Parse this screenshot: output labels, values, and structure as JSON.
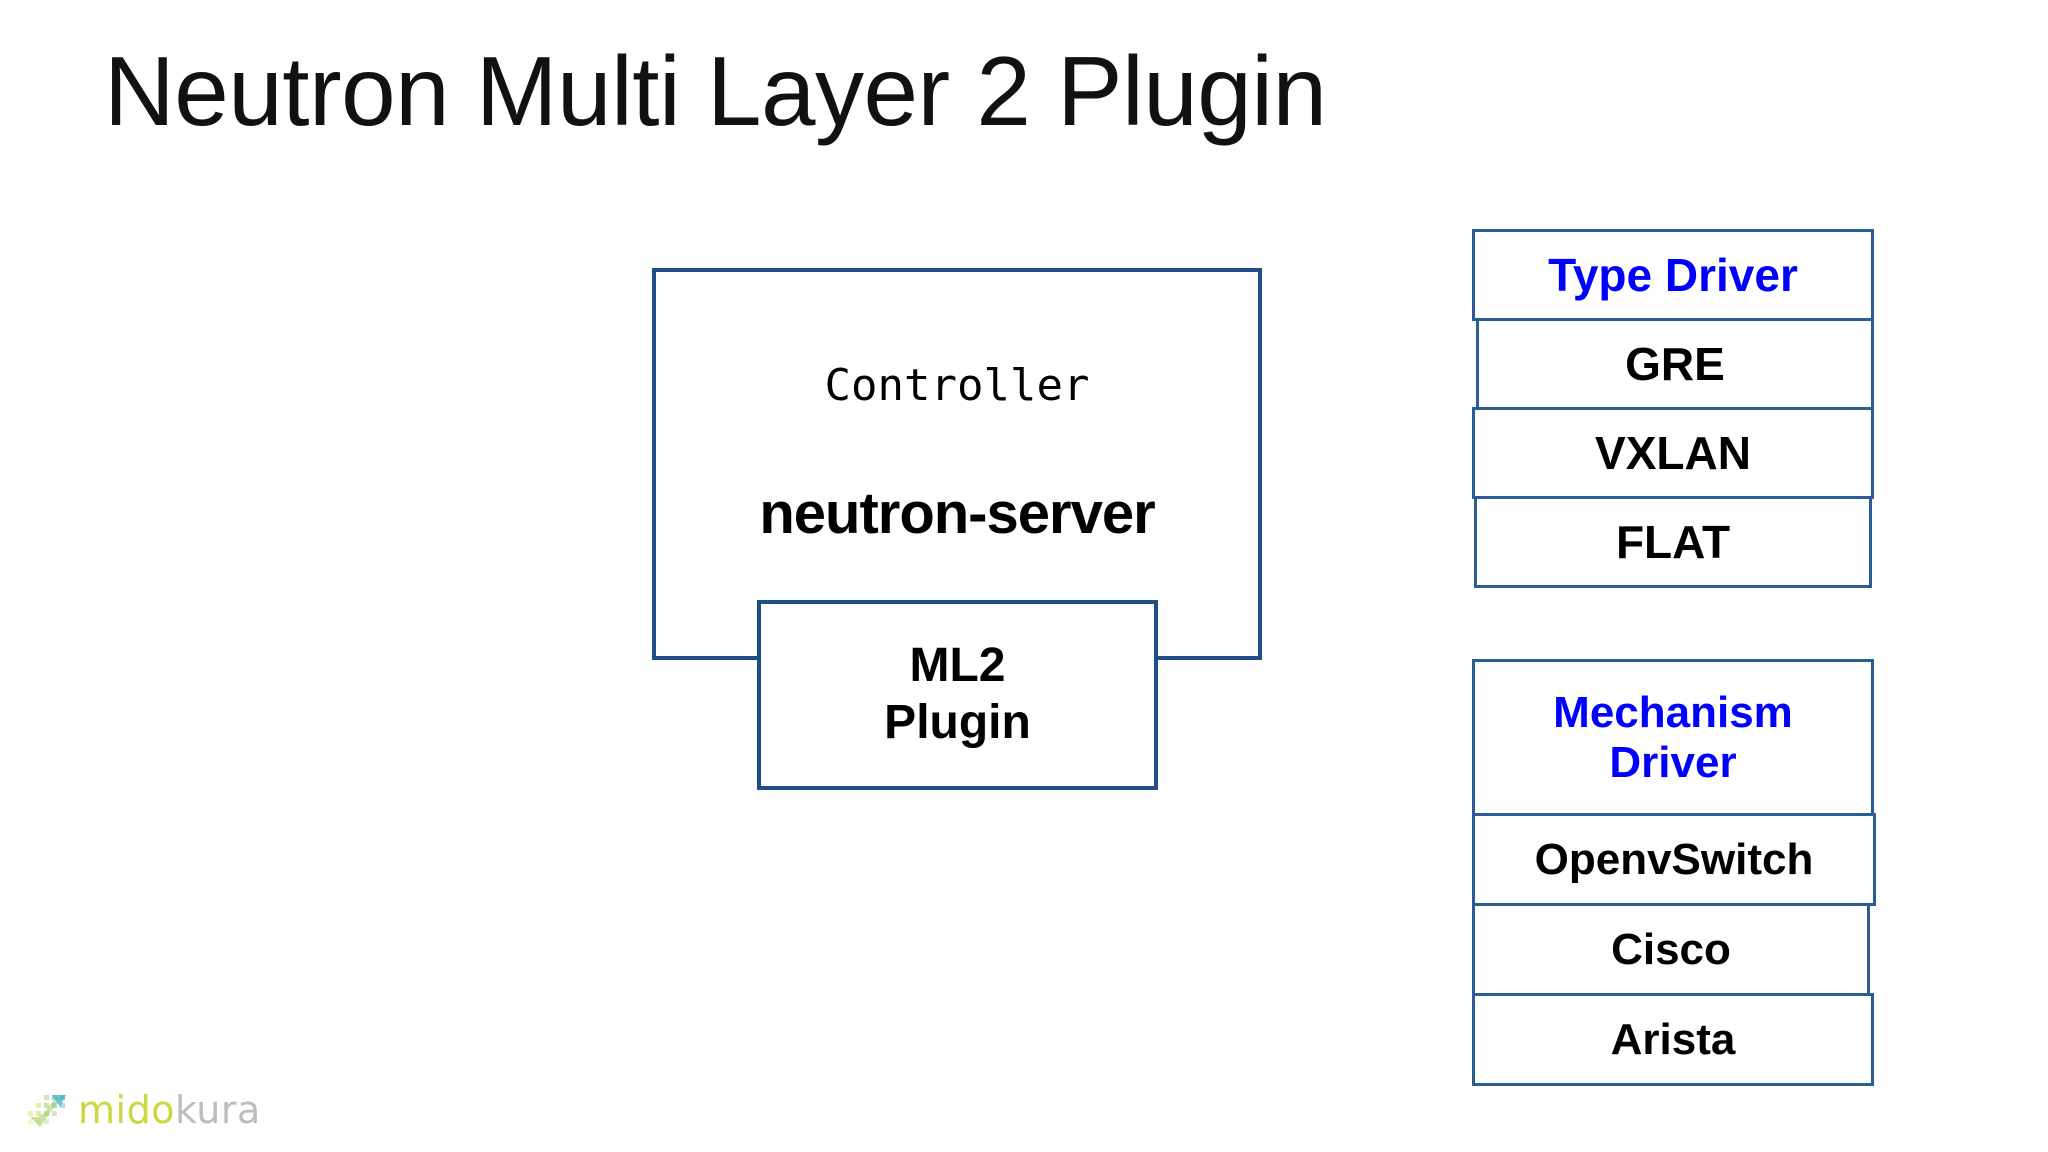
{
  "slide": {
    "title": "Neutron Multi Layer 2 Plugin"
  },
  "controller": {
    "label": "Controller",
    "service": "neutron-server",
    "plugin": {
      "line1": "ML2",
      "line2": "Plugin"
    }
  },
  "type_driver": {
    "header": "Type Driver",
    "rows": [
      "GRE",
      "VXLAN",
      "FLAT"
    ]
  },
  "mechanism_driver": {
    "header_line1": "Mechanism",
    "header_line2": "Driver",
    "rows": [
      "OpenvSwitch",
      "Cisco",
      "Arista"
    ]
  },
  "footer": {
    "logo_part1": "mido",
    "logo_part2": "kura"
  },
  "colors": {
    "box_border": "#1F4E87",
    "table_border": "#2B5D92",
    "header_text": "#0000FF",
    "body_text": "#000000",
    "logo_green": "#C8D430",
    "logo_gray": "#B8B8B8"
  }
}
